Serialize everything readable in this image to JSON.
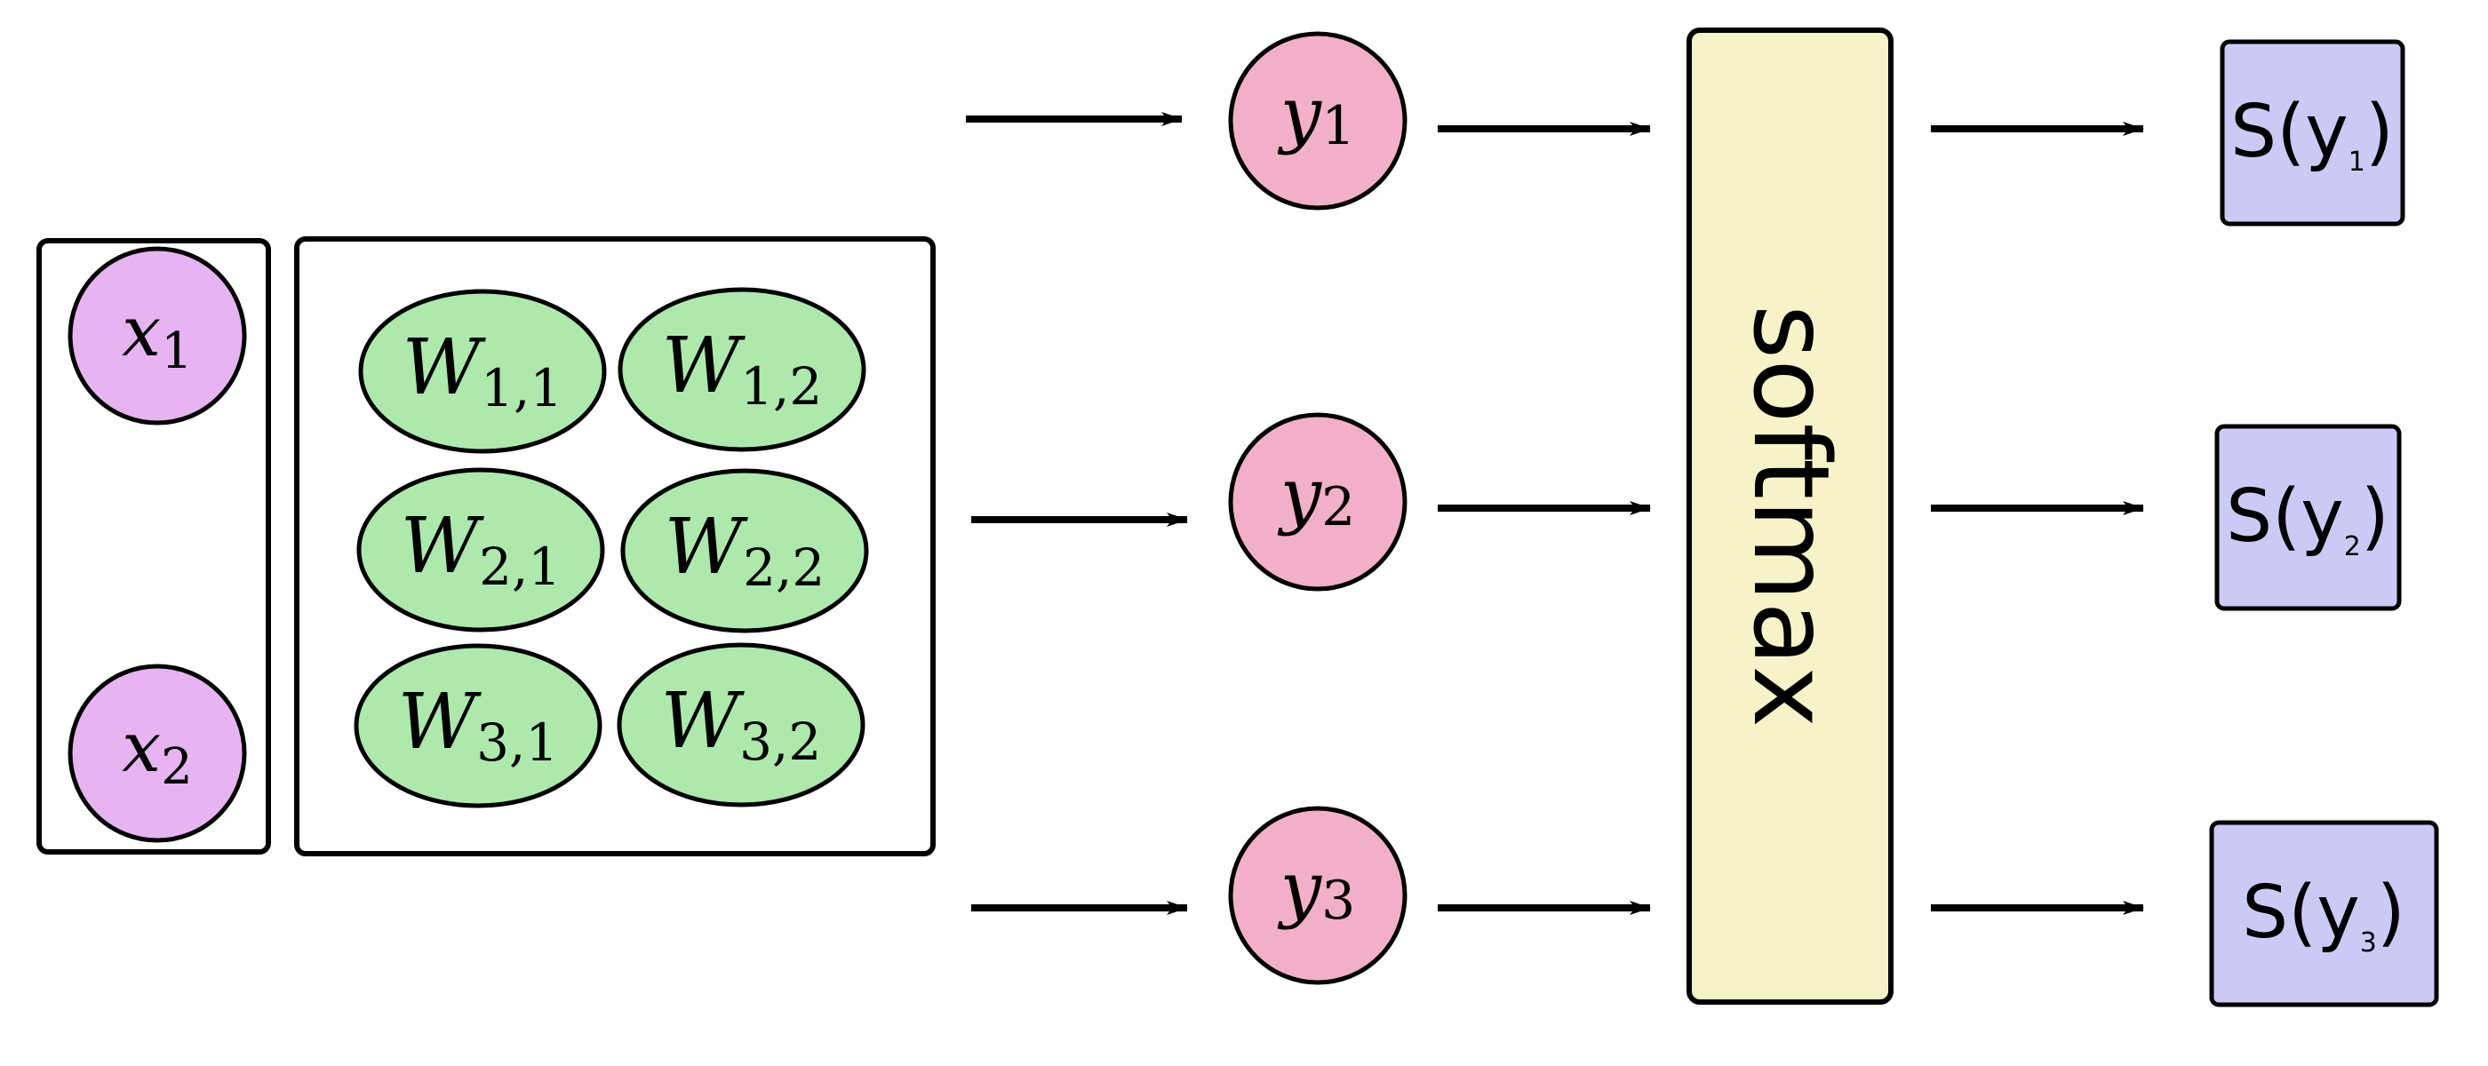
{
  "colors": {
    "input_node": "#e6b4f0",
    "weight_node": "#ade8ad",
    "logit_node": "#f2b0c8",
    "softmax_box": "#f7f3c8",
    "output_box": "#cccaf5",
    "stroke": "#000000",
    "background": "#ffffff"
  },
  "inputs": [
    {
      "var": "x",
      "sub": "1"
    },
    {
      "var": "x",
      "sub": "2"
    }
  ],
  "weights": [
    {
      "var": "W",
      "sub": "1,1"
    },
    {
      "var": "W",
      "sub": "1,2"
    },
    {
      "var": "W",
      "sub": "2,1"
    },
    {
      "var": "W",
      "sub": "2,2"
    },
    {
      "var": "W",
      "sub": "3,1"
    },
    {
      "var": "W",
      "sub": "3,2"
    }
  ],
  "logits": [
    {
      "var": "y",
      "sub": "1"
    },
    {
      "var": "y",
      "sub": "2"
    },
    {
      "var": "y",
      "sub": "3"
    }
  ],
  "softmax_label": "softmax",
  "outputs": [
    {
      "pre": "S(y",
      "sub": "1",
      "post": ")"
    },
    {
      "pre": "S(y",
      "sub": "2",
      "post": ")"
    },
    {
      "pre": "S(y",
      "sub": "3",
      "post": ")"
    }
  ]
}
